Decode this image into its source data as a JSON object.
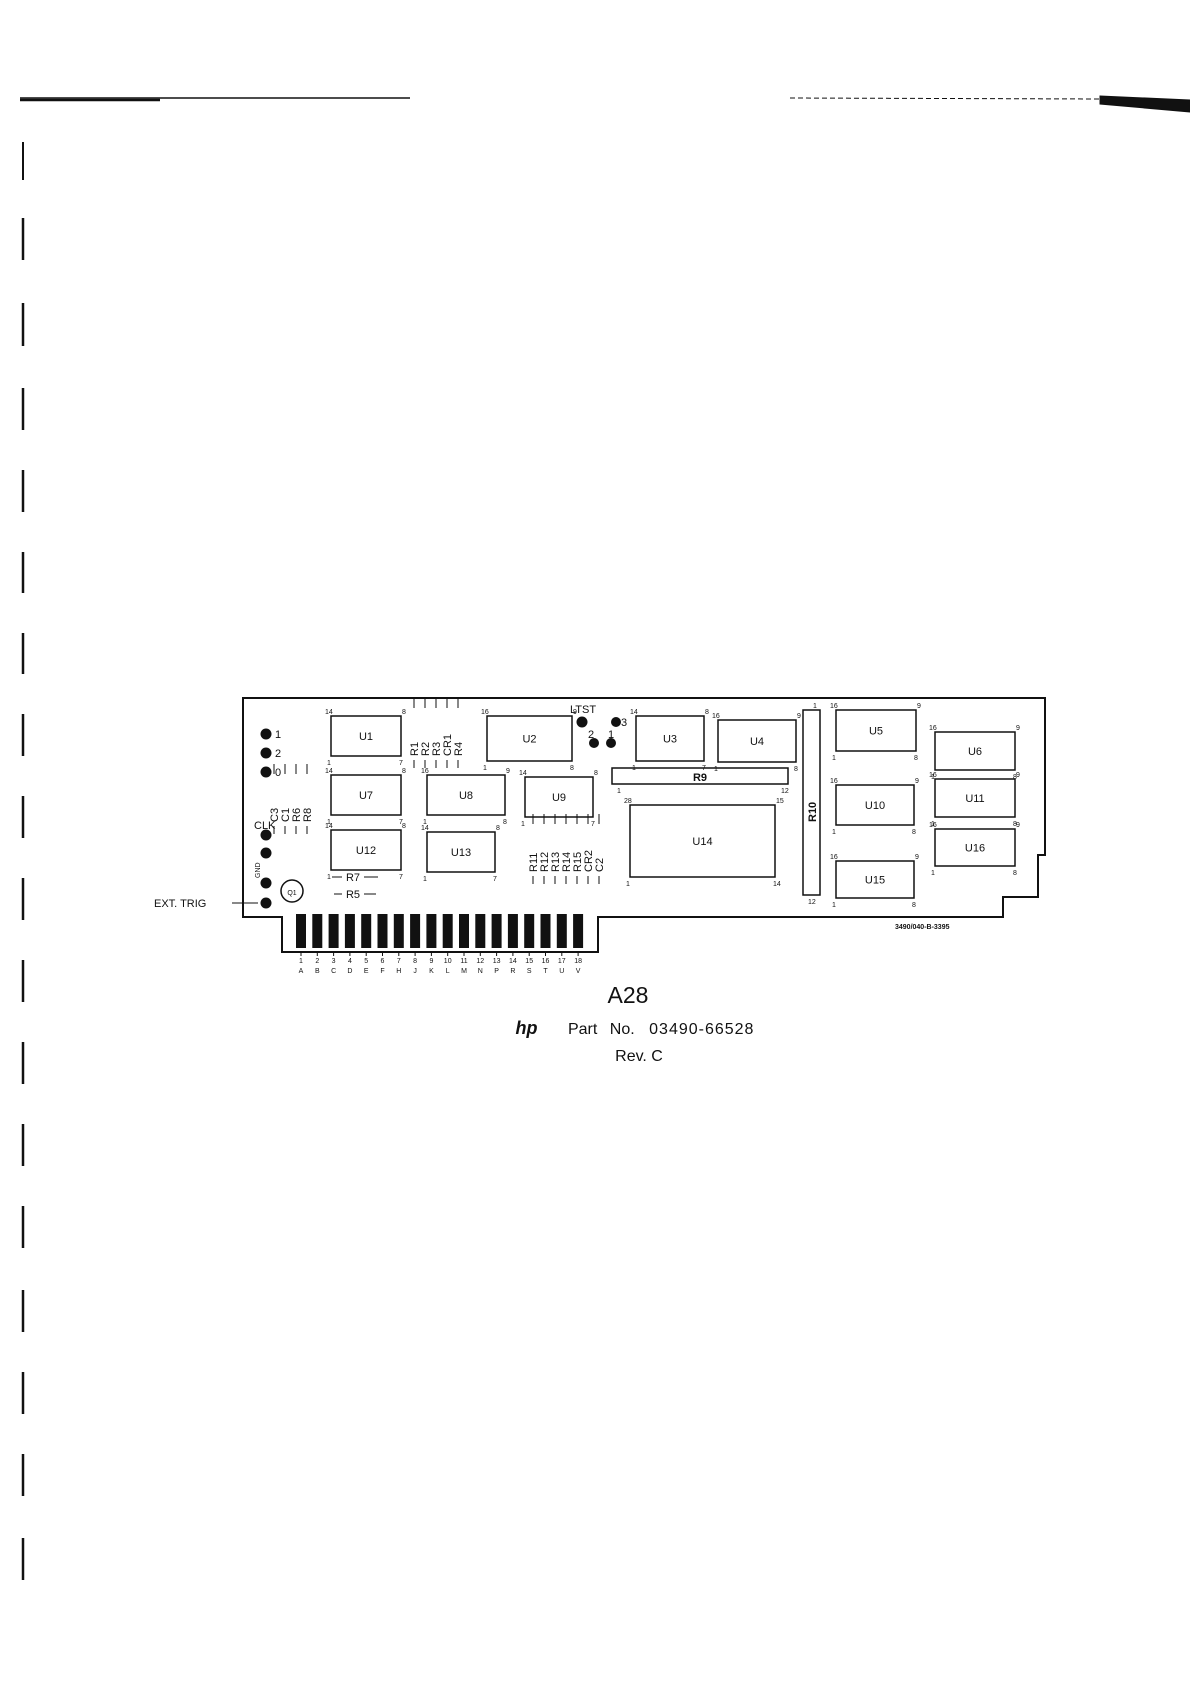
{
  "board": {
    "assembly": "A28",
    "brand_logo": "hp",
    "part_label": "Part",
    "no_label": "No.",
    "part_number": "03490-66528",
    "revision": "Rev. C",
    "drawing_number": "3490/040-B-3395",
    "ext_trig": "EXT. TRIG",
    "q1": "Q1",
    "ltst": "LTST",
    "test_points_left": [
      "1",
      "2",
      "0",
      "CLK",
      "GND"
    ],
    "test_points_ltst": [
      "2",
      "1",
      "3"
    ],
    "chips": [
      {
        "id": "U1",
        "pins": [
          "14",
          "8",
          "1",
          "7"
        ]
      },
      {
        "id": "U2",
        "pins": [
          "16",
          "9",
          "1",
          "8"
        ]
      },
      {
        "id": "U3",
        "pins": [
          "14",
          "8",
          "1",
          "7"
        ]
      },
      {
        "id": "U4",
        "pins": [
          "16",
          "9",
          "1",
          "8"
        ]
      },
      {
        "id": "U5",
        "pins": [
          "16",
          "9",
          "1",
          "8"
        ]
      },
      {
        "id": "U6",
        "pins": [
          "16",
          "9",
          "1",
          "8"
        ]
      },
      {
        "id": "U7",
        "pins": [
          "14",
          "8",
          "1",
          "7"
        ]
      },
      {
        "id": "U8",
        "pins": [
          "16",
          "9",
          "1",
          "8"
        ]
      },
      {
        "id": "U9",
        "pins": [
          "14",
          "8",
          "1",
          "7"
        ]
      },
      {
        "id": "U10",
        "pins": [
          "16",
          "9",
          "1",
          "8"
        ]
      },
      {
        "id": "U11",
        "pins": [
          "16",
          "9",
          "1",
          "8"
        ]
      },
      {
        "id": "U12",
        "pins": [
          "14",
          "8",
          "1",
          "7"
        ]
      },
      {
        "id": "U13",
        "pins": [
          "14",
          "8",
          "1",
          "7"
        ]
      },
      {
        "id": "U14",
        "pins": [
          "28",
          "15",
          "1",
          "14"
        ]
      },
      {
        "id": "U15",
        "pins": [
          "16",
          "9",
          "1",
          "8"
        ]
      },
      {
        "id": "U16",
        "pins": [
          "16",
          "9",
          "1",
          "8"
        ]
      }
    ],
    "resistor_r9": {
      "id": "R9",
      "pins": [
        "1",
        "12"
      ]
    },
    "resistor_r10": {
      "id": "R10",
      "pins": [
        "1",
        "12"
      ]
    },
    "components_top": [
      "R1",
      "R2",
      "R3",
      "CR1",
      "R4"
    ],
    "components_left": [
      "C3",
      "C1",
      "R6",
      "R8"
    ],
    "components_mid": [
      "R11",
      "R12",
      "R13",
      "R14",
      "R15",
      "CR2",
      "C2"
    ],
    "components_bottom": [
      "R7",
      "R5"
    ],
    "edge_pins": [
      "1",
      "2",
      "3",
      "4",
      "5",
      "6",
      "7",
      "8",
      "9",
      "10",
      "11",
      "12",
      "13",
      "14",
      "15",
      "16",
      "17",
      "18"
    ],
    "edge_letters": [
      "A",
      "B",
      "C",
      "D",
      "E",
      "F",
      "H",
      "J",
      "K",
      "L",
      "M",
      "N",
      "P",
      "R",
      "S",
      "T",
      "U",
      "V"
    ]
  }
}
